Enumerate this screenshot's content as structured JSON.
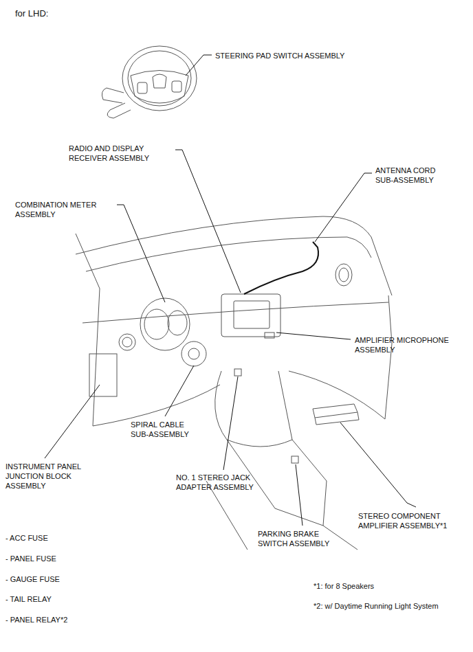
{
  "diagram": {
    "title": "for LHD:",
    "labels": [
      "STEERING PAD SWITCH ASSEMBLY",
      "RADIO AND DISPLAY RECEIVER ASSEMBLY",
      "ANTENNA CORD SUB-ASSEMBLY",
      "COMBINATION METER ASSEMBLY",
      "AMPLIFIER MICROPHONE ASSEMBLY",
      "SPIRAL CABLE SUB-ASSEMBLY",
      "INSTRUMENT PANEL JUNCTION BLOCK ASSEMBLY",
      "NO. 1 STEREO JACK ADAPTER ASSEMBLY",
      "STEREO COMPONENT AMPLIFIER ASSEMBLY*1",
      "PARKING BRAKE SWITCH ASSEMBLY",
      "- ACC FUSE",
      "- PANEL FUSE",
      "- GAUGE FUSE",
      "- TAIL RELAY",
      "- PANEL RELAY*2",
      "*1: for 8 Speakers",
      "*2: w/ Daytime Running Light System"
    ]
  }
}
